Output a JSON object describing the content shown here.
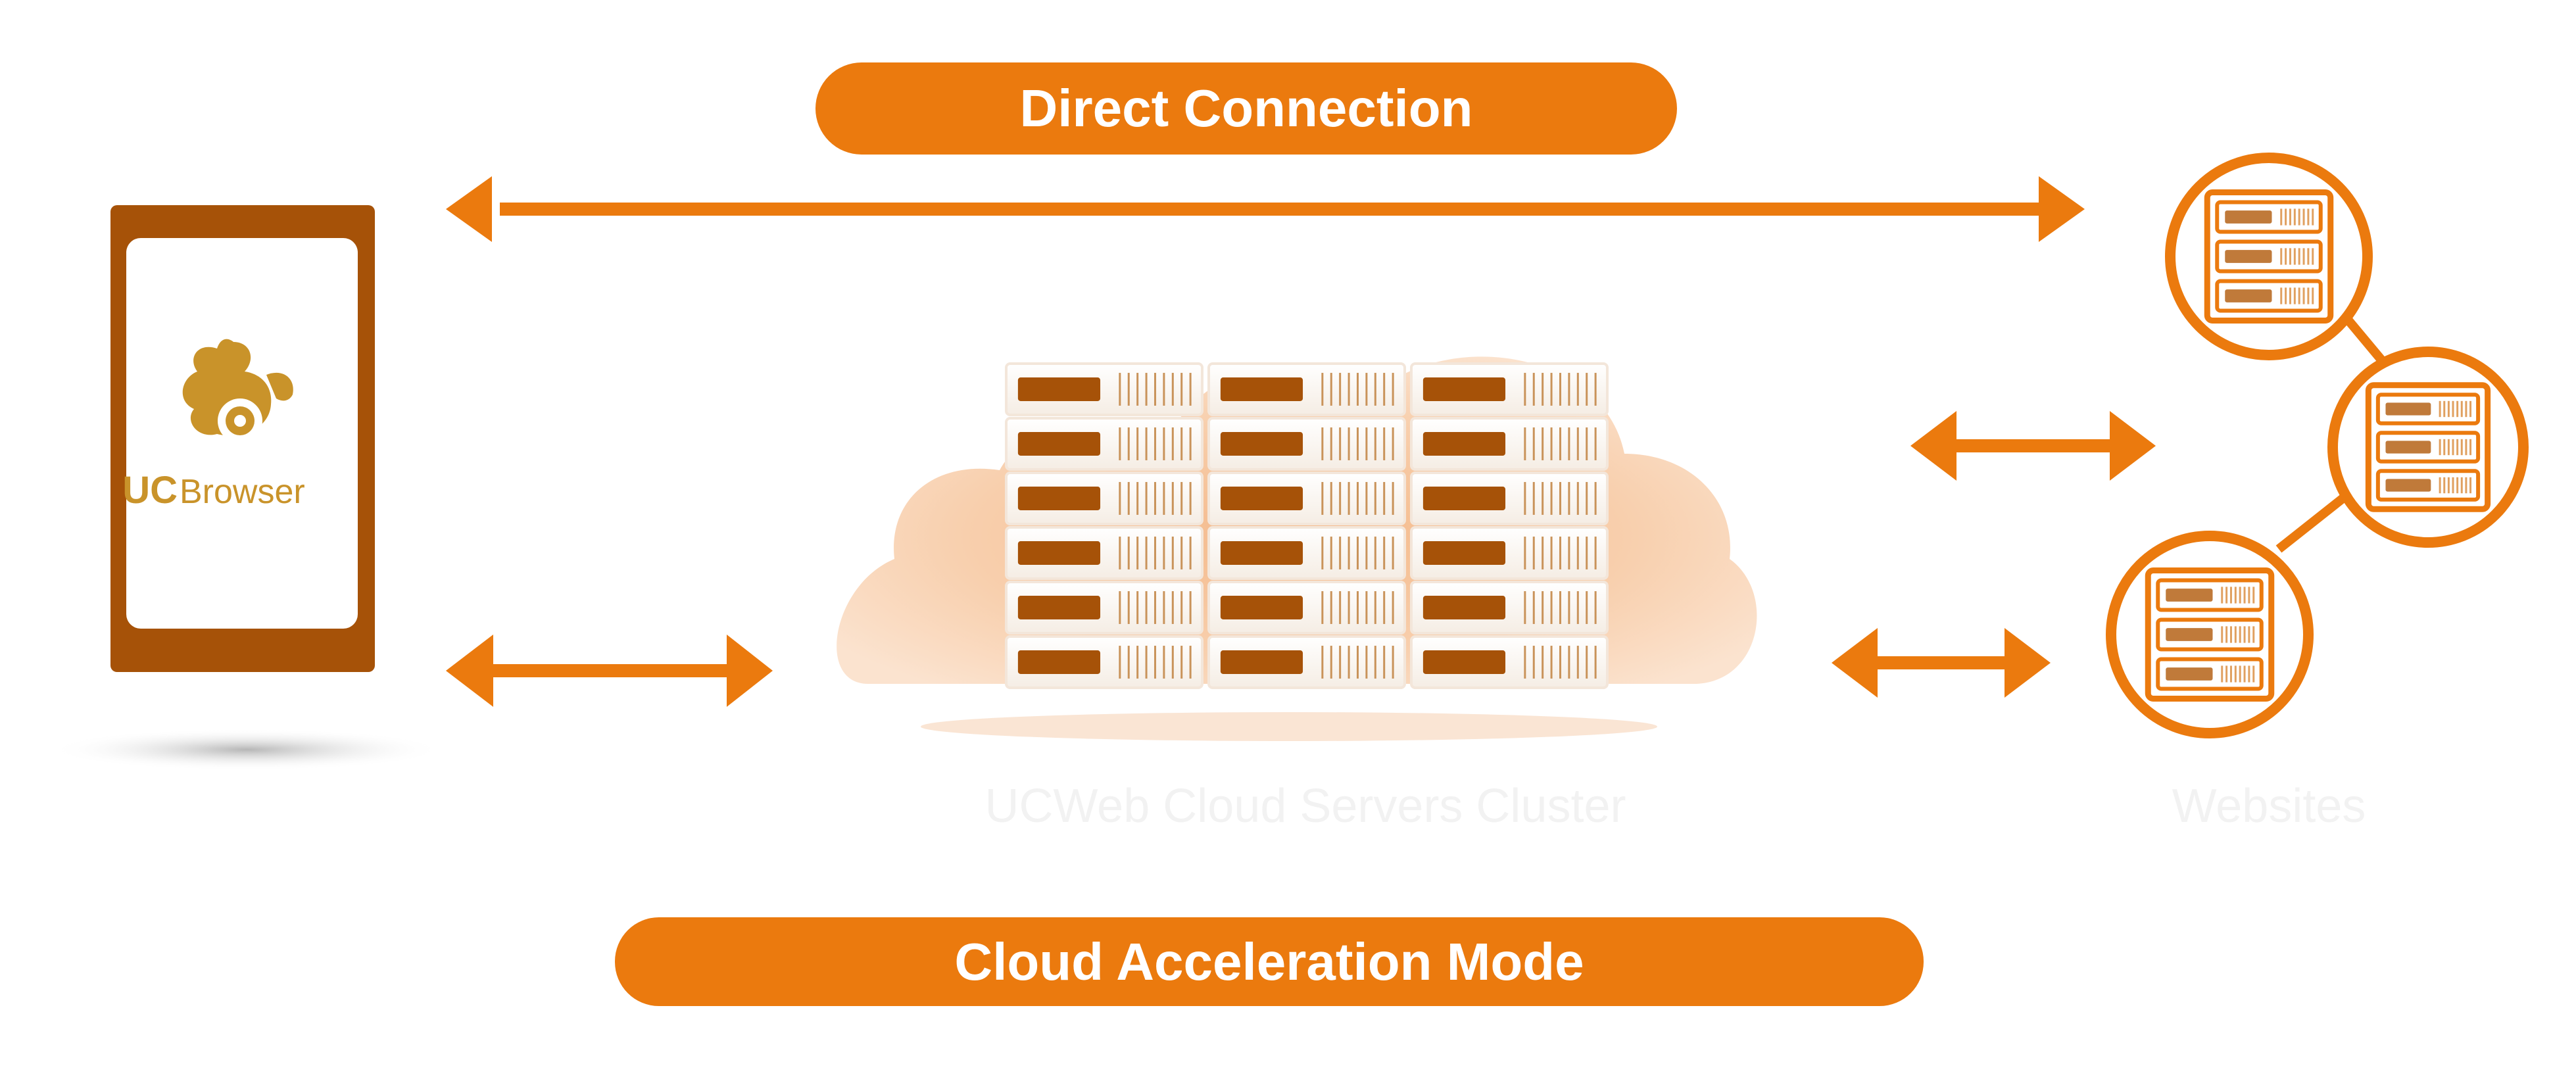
{
  "colors": {
    "accent": "#EB7A0E",
    "accent_dark": "#A65208",
    "logo_gold": "#C9932A",
    "cloud": "#F7C9A1",
    "faint_label": "#F2F2F2",
    "white": "#FFFFFF"
  },
  "labels": {
    "top_pill": "Direct Connection",
    "bottom_pill": "Cloud Acceleration Mode",
    "cloud_caption": "UCWeb Cloud Servers Cluster",
    "websites_caption": "Websites"
  },
  "phone": {
    "logo_uc": "UC",
    "logo_browser": "Browser",
    "icon": "squirrel-logo-icon"
  },
  "icons": {
    "server": "server-rack-icon",
    "arrow": "double-arrow-icon",
    "cloud": "cloud-icon",
    "phone": "phone-icon"
  }
}
